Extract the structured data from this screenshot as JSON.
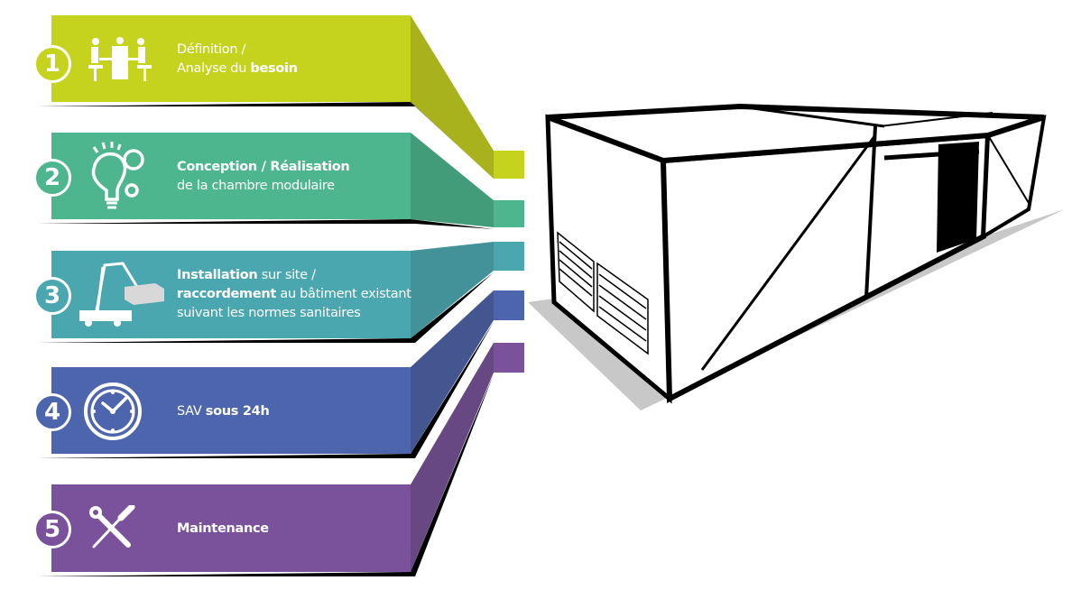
{
  "steps": [
    {
      "number": "1",
      "icon": "meeting-icon",
      "color": "#c5d31f",
      "side_color": "#a7b21d",
      "line1": "Définition /",
      "line2_plain": "Analyse du ",
      "line2_bold": "besoin"
    },
    {
      "number": "2",
      "icon": "lightbulb-gears-icon",
      "color": "#4db68e",
      "side_color": "#429c79",
      "line1_bold": "Conception / Réalisation",
      "line2": "de la chambre modulaire"
    },
    {
      "number": "3",
      "icon": "crane-truck-icon",
      "color": "#4aa7b0",
      "side_color": "#43929a",
      "line1_bold": "Installation",
      "line1_plain": " sur site /",
      "line2_bold": "raccordement",
      "line2_plain": " au bâtiment existant",
      "line3": "suivant les normes sanitaires"
    },
    {
      "number": "4",
      "icon": "clock-icon",
      "color": "#4c65ad",
      "side_color": "#44568f",
      "line1_plain": "SAV ",
      "line1_bold": "sous 24h"
    },
    {
      "number": "5",
      "icon": "wrench-screwdriver-icon",
      "color": "#7a529c",
      "side_color": "#674883",
      "line1_bold": "Maintenance"
    }
  ]
}
